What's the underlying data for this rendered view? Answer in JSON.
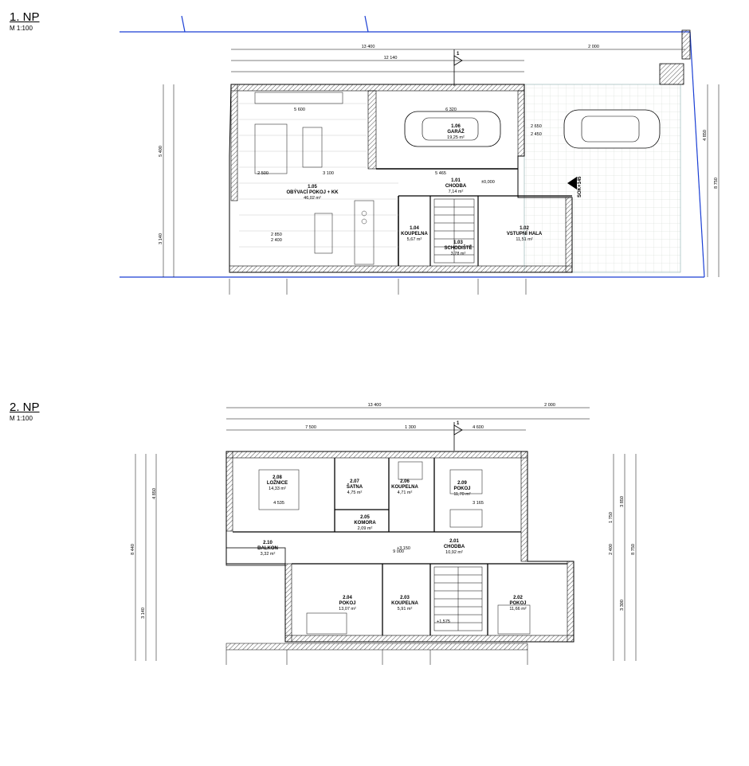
{
  "floors": [
    {
      "title": "1. NP",
      "scale": "M 1:100",
      "rooms": [
        {
          "num": "1.06",
          "name": "GARÁŽ",
          "area": "19,25 m²"
        },
        {
          "num": "1.05",
          "name": "OBÝVACÍ POKOJ + KK",
          "area": "46,02 m²"
        },
        {
          "num": "1.01",
          "name": "CHODBA",
          "area": "7,14 m²"
        },
        {
          "num": "1.04",
          "name": "KOUPELNA",
          "area": "5,67 m²"
        },
        {
          "num": "1.03",
          "name": "SCHODIŠTĚ",
          "area": "3,78 m²"
        },
        {
          "num": "1.02",
          "name": "VSTUPNÍ HALA",
          "area": "11,51 m²"
        }
      ],
      "labels": {
        "section": "1",
        "sokl": "SOK+145",
        "level": "±0,000"
      },
      "dims_top": [
        "13 400",
        "2 000",
        "12 140",
        "6 320",
        "5 600",
        "5 465",
        "2 500",
        "3 100"
      ],
      "dims_side": [
        "5 400",
        "3 140",
        "8 750",
        "4 850",
        "2 650",
        "2 450",
        "2 850",
        "2 400"
      ]
    },
    {
      "title": "2. NP",
      "scale": "M 1:100",
      "rooms": [
        {
          "num": "2.08",
          "name": "LOŽNICE",
          "area": "14,33 m²"
        },
        {
          "num": "2.07",
          "name": "ŠATNA",
          "area": "4,75 m²"
        },
        {
          "num": "2.06",
          "name": "KOUPELNA",
          "area": "4,71 m²"
        },
        {
          "num": "2.09",
          "name": "POKOJ",
          "area": "11,70 m²"
        },
        {
          "num": "2.05",
          "name": "KOMORA",
          "area": "2,09 m²"
        },
        {
          "num": "2.10",
          "name": "BALKON",
          "area": "3,32 m²"
        },
        {
          "num": "2.01",
          "name": "CHODBA",
          "area": "10,92 m²"
        },
        {
          "num": "2.04",
          "name": "POKOJ",
          "area": "13,07 m²"
        },
        {
          "num": "2.03",
          "name": "KOUPELNA",
          "area": "5,91 m²"
        },
        {
          "num": "2.02",
          "name": "POKOJ",
          "area": "11,66 m²"
        }
      ],
      "labels": {
        "section": "1",
        "level": "+3,150",
        "level2": "+1,575"
      },
      "dims_top": [
        "13 400",
        "2 000",
        "7 500",
        "1 300",
        "4 600",
        "4 535",
        "9 000",
        "3 165"
      ],
      "dims_side": [
        "8 440",
        "4 850",
        "3 140",
        "8 750",
        "3 850",
        "1 750",
        "2 400",
        "3 300"
      ]
    }
  ]
}
